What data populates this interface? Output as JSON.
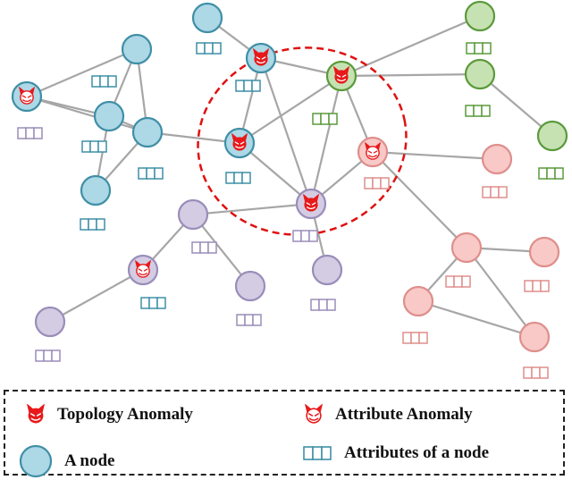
{
  "colors": {
    "blue_fill": "#add8e6",
    "blue_stroke": "#3f8fa6",
    "green_fill": "#c7e2b2",
    "green_stroke": "#5a9a3c",
    "purple_fill": "#d4cce3",
    "purple_stroke": "#9a8db9",
    "pink_fill": "#f8c9c7",
    "pink_stroke": "#de8f8c",
    "edge": "#a6a6a6",
    "anomaly_red": "#e8191a",
    "highlight_ellipse": "#e01010"
  },
  "legend": {
    "topology_anomaly": "Topology Anomaly",
    "attribute_anomaly": "Attribute Anomaly",
    "node": "A node",
    "attributes": "Attributes of a node"
  },
  "icons": {
    "topology_anomaly": "devil-face-filled-icon",
    "attribute_anomaly": "devil-face-outline-icon",
    "node": "circle-node-icon",
    "attributes": "attribute-bar-icon"
  }
}
